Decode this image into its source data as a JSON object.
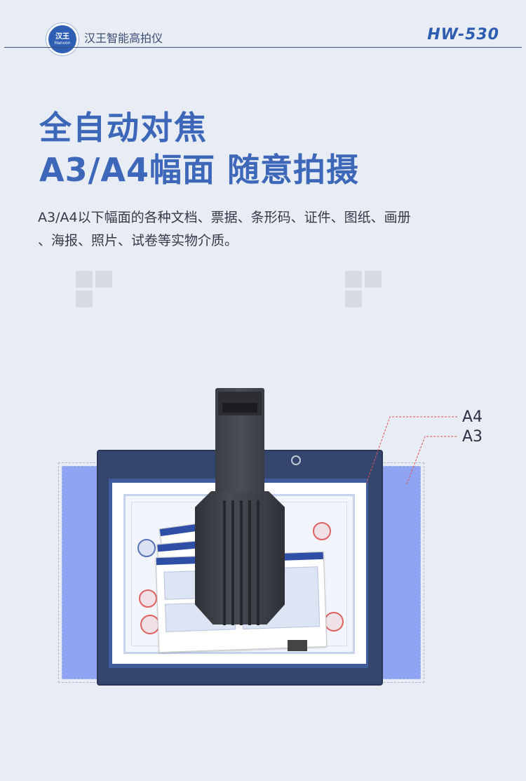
{
  "header": {
    "logo_main": "汉王",
    "logo_sub": "Hanvon",
    "brand": "汉王智能高拍仪",
    "model": "HW-530"
  },
  "hero": {
    "title_line1": "全自动对焦",
    "title_line2": "A3/A4幅面 随意拍摄",
    "description_line1": "A3/A4以下幅面的各种文档、票据、条形码、证件、图纸、画册",
    "description_line2": "、海报、照片、试卷等实物介质。"
  },
  "diagram": {
    "label_a4": "A4",
    "label_a3": "A3"
  },
  "colors": {
    "accent": "#3d67b8",
    "a3_area": "#8ea4f2",
    "leader_line": "#e05050"
  }
}
